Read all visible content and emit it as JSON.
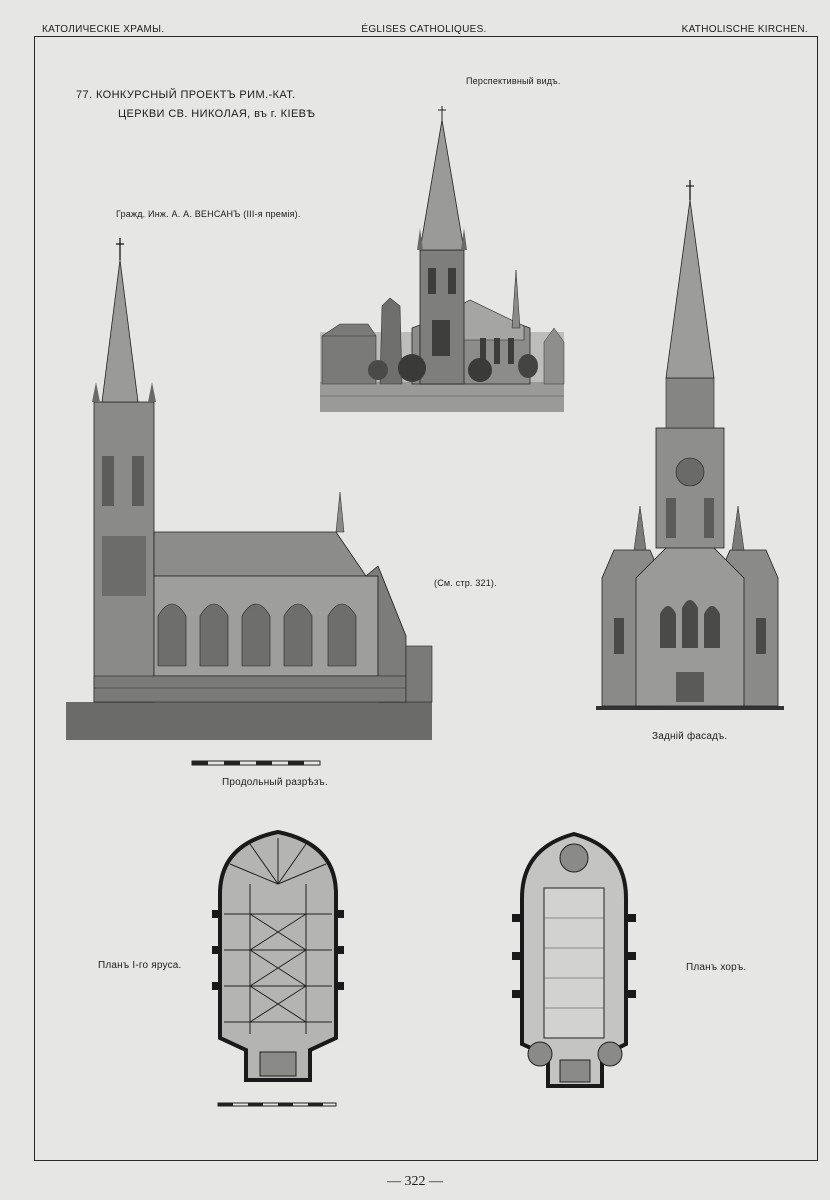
{
  "header": {
    "left": "КАТОЛИЧЕСКІЕ ХРАМЫ.",
    "center": "ÉGLISES CATHOLIQUES.",
    "right": "KATHOLISCHE KIRCHEN."
  },
  "title": {
    "line1": "77. КОНКУРСНЫЙ ПРОЕКТЪ РИМ.-КАТ.",
    "line2": "ЦЕРКВИ СВ. НИКОЛАЯ, въ г. КІЕВѢ"
  },
  "captions": {
    "author": "Гражд. Инж. А. А. ВЕНСАНЪ (III-я премія).",
    "perspective": "Перспективный видъ.",
    "see_page": "(См. стр. 321).",
    "longitudinal_section": "Продольный разрѣзъ.",
    "rear_facade": "Задній фасадъ.",
    "plan_first_tier": "Планъ I-го яруса.",
    "plan_choir": "Планъ хоръ."
  },
  "page_number": "— 322 —"
}
